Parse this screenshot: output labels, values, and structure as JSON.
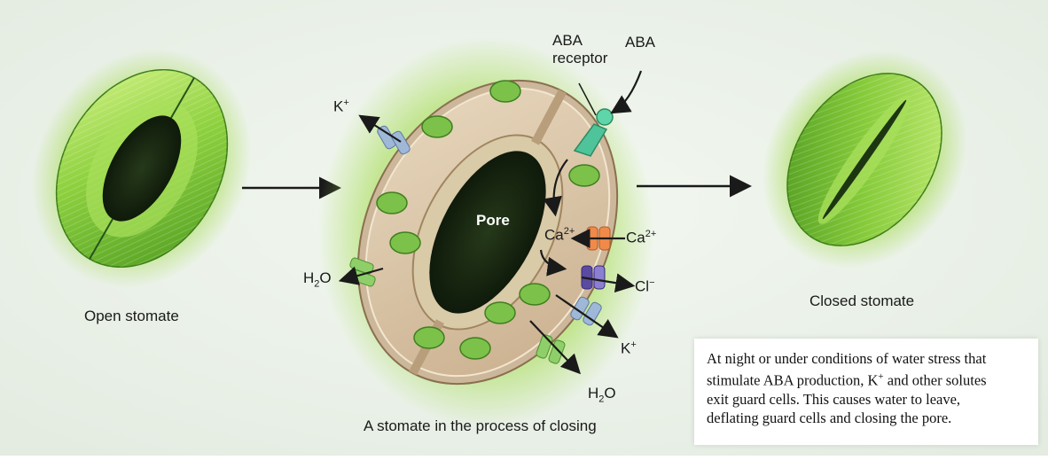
{
  "labels": {
    "open_stomate": "Open stomate",
    "closing_stomate": "A stomate in the process of closing",
    "closed_stomate": "Closed stomate",
    "pore": "Pore",
    "aba": "ABA",
    "aba_receptor_line1": "ABA",
    "aba_receptor_line2": "receptor",
    "k_plus": "K",
    "k_plus_sup": "+",
    "k_plus_right": "K",
    "k_plus_right_sup": "+",
    "h2o_left_h": "H",
    "h2o_left_sub": "2",
    "h2o_left_o": "O",
    "h2o_bottom_h": "H",
    "h2o_bottom_sub": "2",
    "h2o_bottom_o": "O",
    "ca_inside": "Ca",
    "ca_inside_sup": "2+",
    "ca_outside": "Ca",
    "ca_outside_sup": "2+",
    "cl": "Cl",
    "cl_sup": "−"
  },
  "caption": {
    "line1": "At night or under conditions of water stress that",
    "line2_pre": "stimulate ABA production, K",
    "line2_sup": "+",
    "line2_post": " and other solutes",
    "line3": "exit guard cells. This causes water to leave,",
    "line4": "deflating guard cells and closing the pore."
  },
  "colors": {
    "background": "#eef4ec",
    "guard_cell_green": "#7ec83a",
    "guard_cell_light": "#c6ec7a",
    "pore_dark": "#1a2a10",
    "cytoplasm": "#d8c3a5",
    "receptor": "#4fc49a",
    "channel_blue": "#9fb8d8",
    "channel_orange": "#f08a4a",
    "channel_purple": "#5a4aa0",
    "aquaporin": "#8fcf6a"
  },
  "icons": [
    "open-stomate-illustration",
    "closing-stomate-illustration",
    "closed-stomate-illustration",
    "arrow-right-icon",
    "aba-receptor-icon",
    "potassium-channel-icon",
    "calcium-channel-icon",
    "chloride-channel-icon",
    "aquaporin-icon",
    "chloroplast-icon"
  ]
}
